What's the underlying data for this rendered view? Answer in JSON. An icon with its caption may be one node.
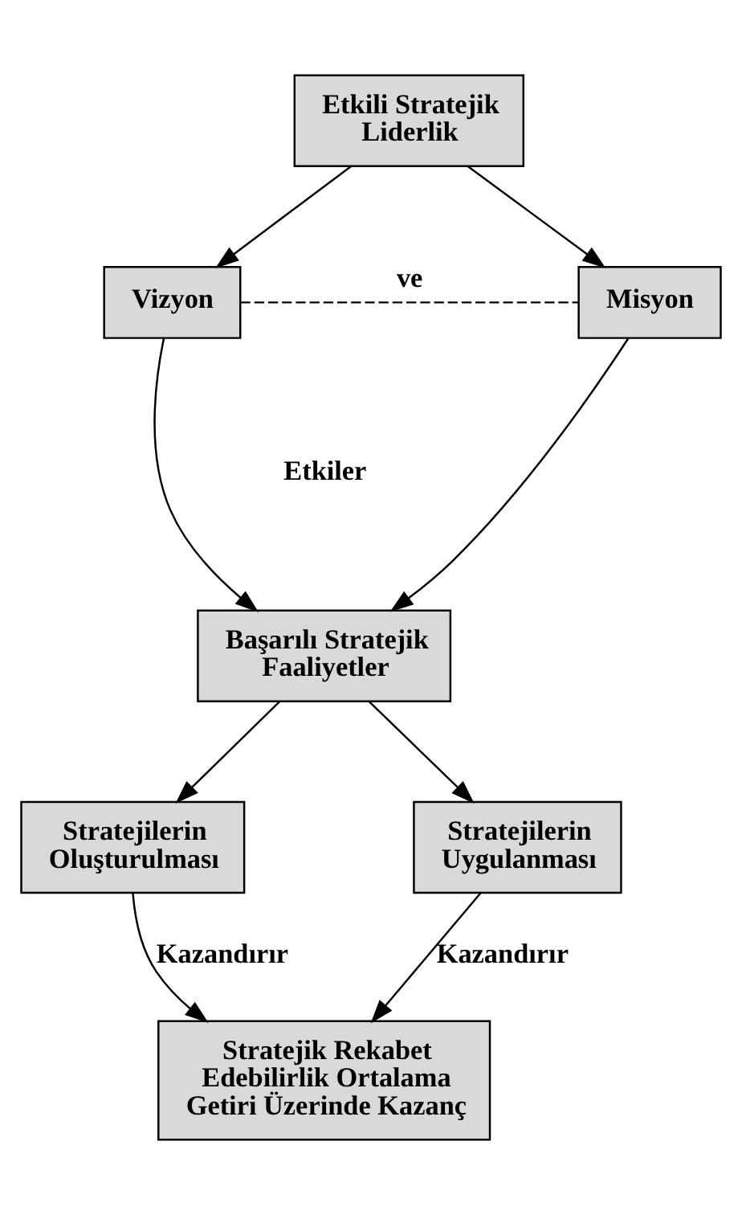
{
  "diagram": {
    "nodes": [
      {
        "text": [
          "Etkili Stratejik Liderlik"
        ]
      },
      {
        "text": [
          "Vizyon"
        ]
      },
      {
        "text": [
          "Misyon"
        ]
      },
      {
        "text": [
          "Başarılı Stratejik Faaliyetler"
        ]
      },
      {
        "text": [
          "Stratejilerin Oluşturulması"
        ]
      },
      {
        "text": [
          "Stratejilerin Uygulanması"
        ]
      },
      {
        "text": [
          "Stratejik Rekabet Edebilirlik Ortalama Getiri Üzerinde Kazanç"
        ]
      }
    ],
    "edges": [
      {
        "from": 0,
        "to": 1,
        "arrow": "to"
      },
      {
        "from": 0,
        "to": 2,
        "arrow": "to"
      },
      {
        "from": 1,
        "to": 2,
        "arrow": "none",
        "style": "dashed",
        "label": "ve"
      },
      {
        "from": 1,
        "to": 3,
        "arrow": "to"
      },
      {
        "from": 2,
        "to": 3,
        "arrow": "to"
      },
      {
        "from": 3,
        "to": 4,
        "arrow": "to"
      },
      {
        "from": 3,
        "to": 5,
        "arrow": "to"
      },
      {
        "from": 4,
        "to": 6,
        "arrow": "to",
        "label": "Kazandırır"
      },
      {
        "from": 5,
        "to": 6,
        "arrow": "to",
        "label": "Kazandırır"
      }
    ],
    "labels": [
      "Etkiler"
    ]
  }
}
